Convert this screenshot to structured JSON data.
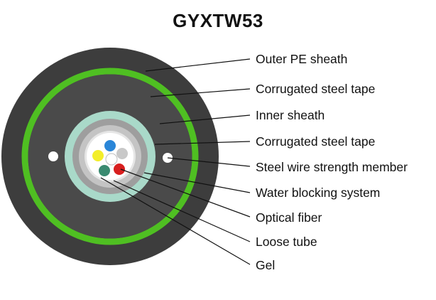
{
  "title": "GYXTW53",
  "labels": [
    "Outer PE sheath",
    "Corrugated steel tape",
    "Inner sheath",
    "Corrugated steel tape",
    "Steel wire strength member",
    "Water blocking system",
    "Optical fiber",
    "Loose tube",
    "Gel"
  ],
  "colors": {
    "outer_sheath": "#3d3d3d",
    "steel_tape_green": "#4fbf22",
    "inner_sheath": "#4a4a4a",
    "inner_tape": "#a9d9c9",
    "water_blocking": "#9e9e9e",
    "tube_ring": "#c4c4c4",
    "gel": "#ffffff",
    "fiber_blue": "#2a86d8",
    "fiber_gray": "#c8c8c8",
    "fiber_yellow": "#f3ee2a",
    "fiber_white": "#ffffff",
    "fiber_red": "#d81f1f",
    "fiber_teal": "#3a8a70"
  }
}
